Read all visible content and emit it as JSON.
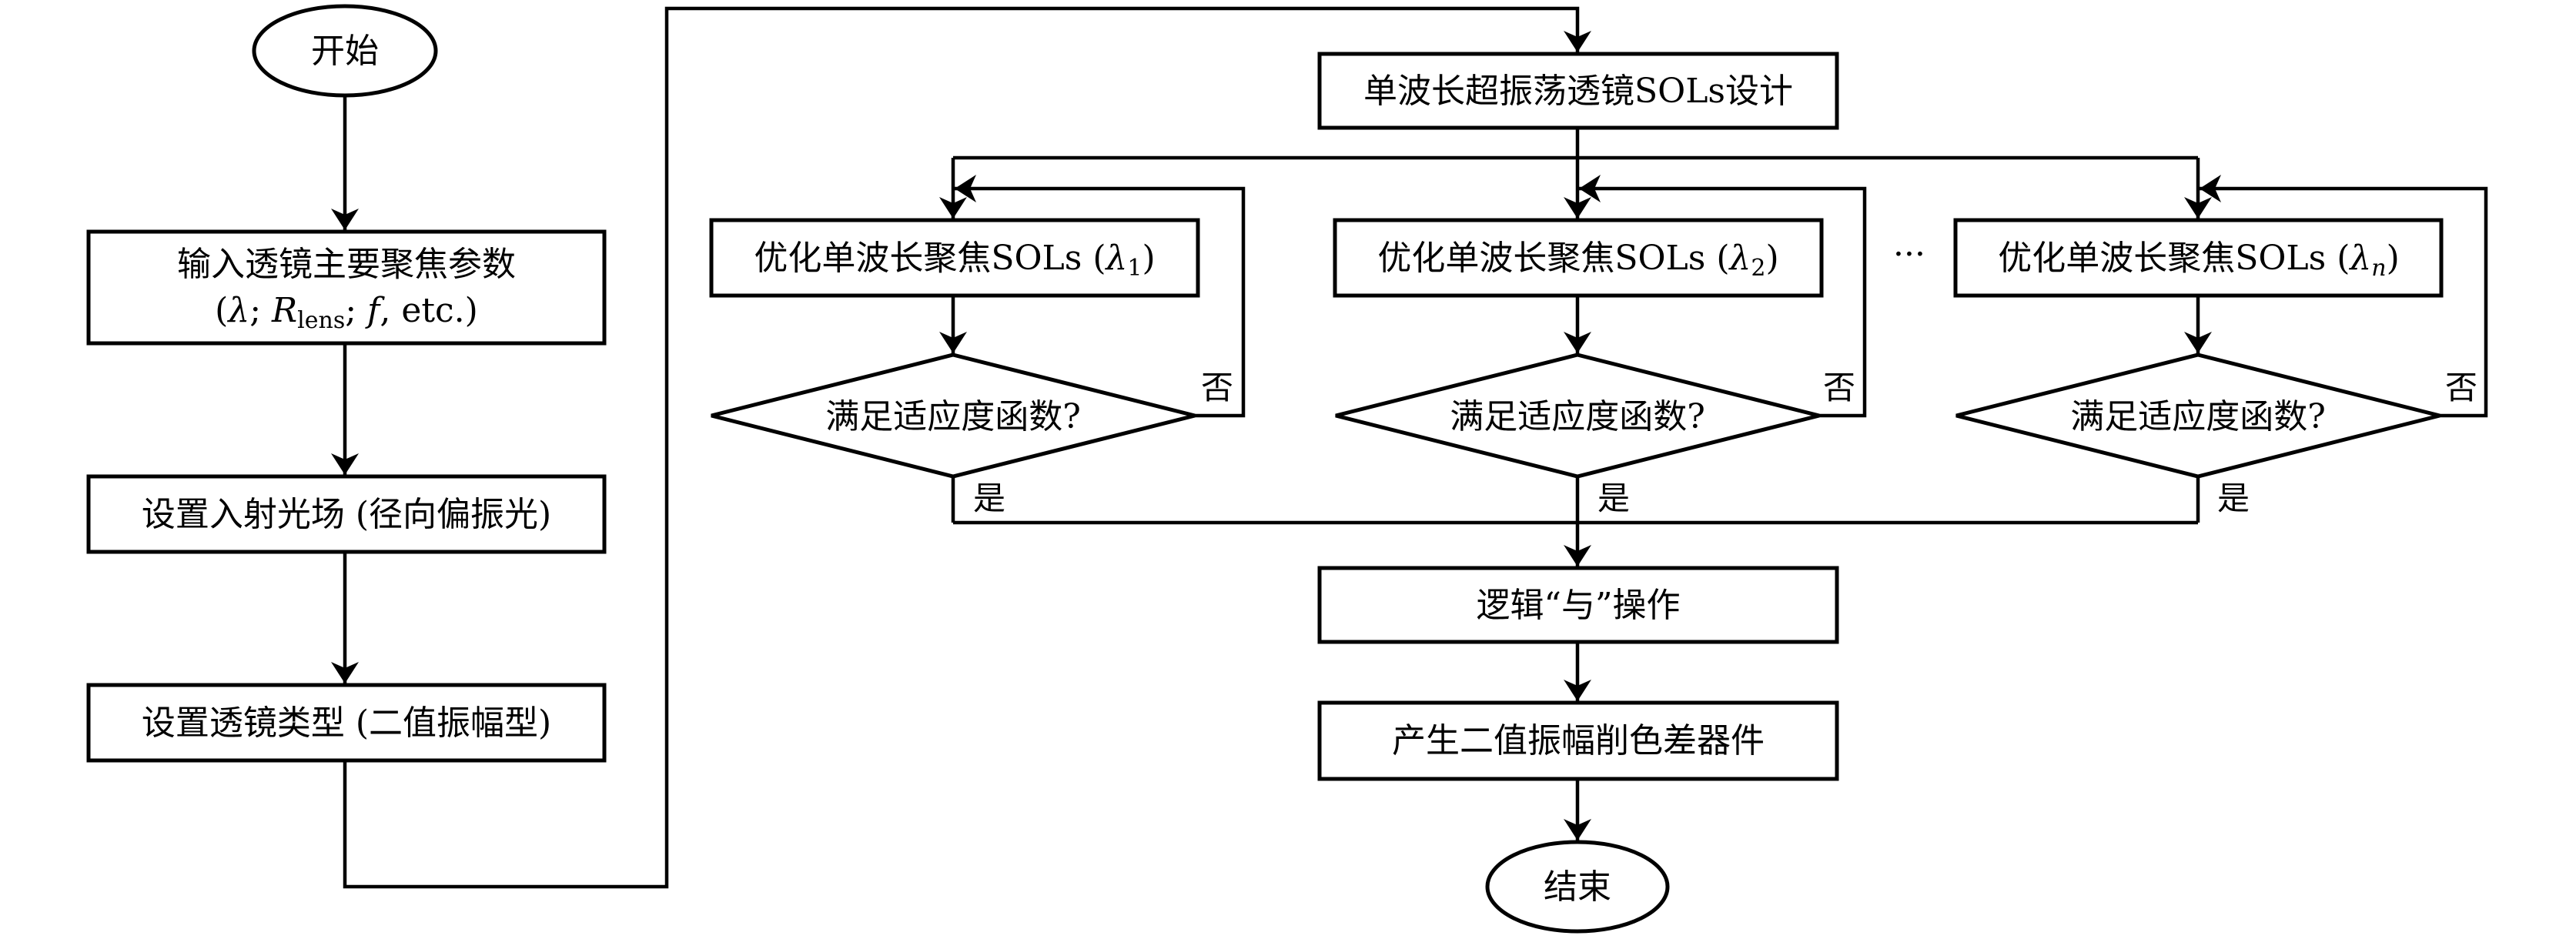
{
  "flowchart": {
    "start": "开始",
    "end": "结束",
    "left_steps": [
      {
        "line1": "输入透镜主要聚焦参数",
        "line2_parts": [
          "(",
          "λ",
          "; ",
          "R",
          "lens",
          "; ",
          "f",
          ", etc.)"
        ]
      },
      {
        "line1": "设置入射光场 (径向偏振光)"
      },
      {
        "line1": "设置透镜类型 (二值振幅型)"
      }
    ],
    "design_step": "单波长超振荡透镜SOLs设计",
    "branches": [
      {
        "optimize_prefix": "优化单波长聚焦SOLs (",
        "lambda": "λ",
        "subscript": "1",
        "suffix": ")",
        "decision": "满足适应度函数?",
        "no": "否",
        "yes": "是"
      },
      {
        "optimize_prefix": "优化单波长聚焦SOLs (",
        "lambda": "λ",
        "subscript": "2",
        "suffix": ")",
        "decision": "满足适应度函数?",
        "no": "否",
        "yes": "是"
      },
      {
        "optimize_prefix": "优化单波长聚焦SOLs (",
        "lambda": "λ",
        "subscript": "n",
        "suffix": ")",
        "decision": "满足适应度函数?",
        "no": "否",
        "yes": "是"
      }
    ],
    "ellipsis": "···",
    "logic_step": "逻辑“与”操作",
    "output_step": "产生二值振幅削色差器件"
  }
}
